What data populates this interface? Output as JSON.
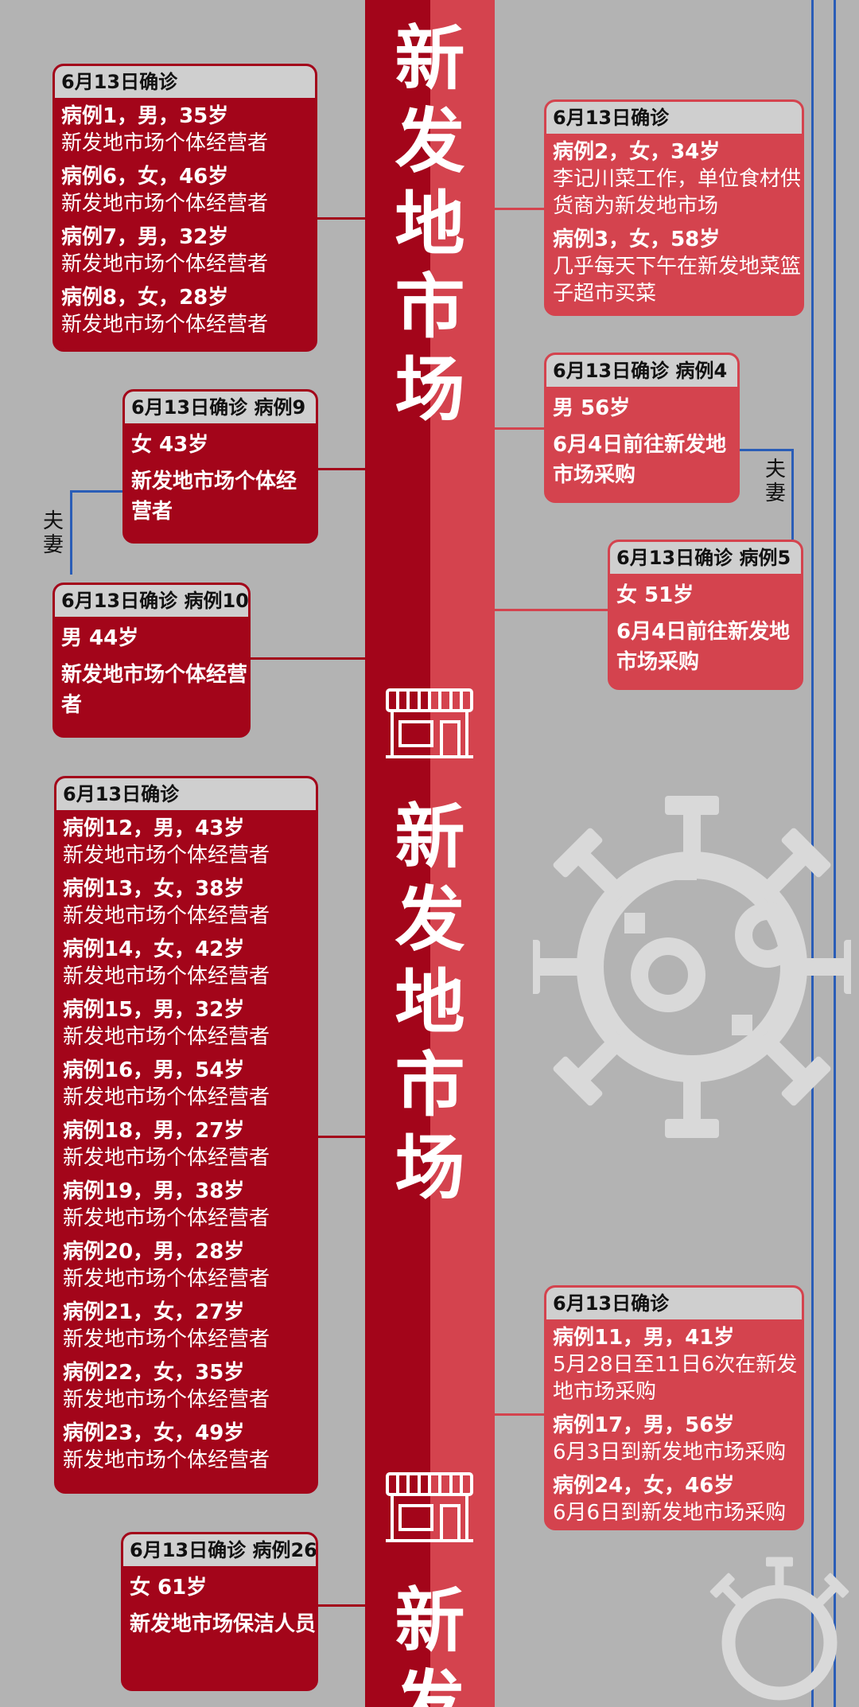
{
  "colors": {
    "dark_red": "#a3051a",
    "light_red": "#d4434e",
    "header_grey": "#cfcfcf",
    "background": "#b3b3b3",
    "line_blue": "#2a5db7"
  },
  "column_titles": [
    {
      "text": "新发地市场"
    },
    {
      "text": "新发地市场"
    },
    {
      "text": "新发"
    }
  ],
  "cards": {
    "c1": {
      "header": "6月13日确诊",
      "entries": [
        {
          "title": "病例1，男，35岁",
          "desc": "新发地市场个体经营者"
        },
        {
          "title": "病例6，女，46岁",
          "desc": "新发地市场个体经营者"
        },
        {
          "title": "病例7，男，32岁",
          "desc": "新发地市场个体经营者"
        },
        {
          "title": "病例8，女，28岁",
          "desc": "新发地市场个体经营者"
        }
      ]
    },
    "c2": {
      "header": "6月13日确诊",
      "entries": [
        {
          "title": "病例2，女，34岁",
          "desc": "李记川菜工作，单位食材供货商为新发地市场"
        },
        {
          "title": "病例3，女，58岁",
          "desc": "几乎每天下午在新发地菜篮子超市买菜"
        }
      ]
    },
    "c4": {
      "header": "6月13日确诊 病例4",
      "line1": "男 56岁",
      "line2": "6月4日前往新发地市场采购"
    },
    "c9": {
      "header": "6月13日确诊 病例9",
      "line1": "女 43岁",
      "line2": "新发地市场个体经营者"
    },
    "c5": {
      "header": "6月13日确诊 病例5",
      "line1": "女 51岁",
      "line2": "6月4日前往新发地市场采购"
    },
    "c10": {
      "header": "6月13日确诊 病例10",
      "line1": "男 44岁",
      "line2": "新发地市场个体经营者"
    },
    "c12": {
      "header": "6月13日确诊",
      "entries": [
        {
          "title": "病例12，男，43岁",
          "desc": "新发地市场个体经营者"
        },
        {
          "title": "病例13，女，38岁",
          "desc": "新发地市场个体经营者"
        },
        {
          "title": "病例14，女，42岁",
          "desc": "新发地市场个体经营者"
        },
        {
          "title": "病例15，男，32岁",
          "desc": "新发地市场个体经营者"
        },
        {
          "title": "病例16，男，54岁",
          "desc": "新发地市场个体经营者"
        },
        {
          "title": "病例18，男，27岁",
          "desc": "新发地市场个体经营者"
        },
        {
          "title": "病例19，男，38岁",
          "desc": "新发地市场个体经营者"
        },
        {
          "title": "病例20，男，28岁",
          "desc": "新发地市场个体经营者"
        },
        {
          "title": "病例21，女，27岁",
          "desc": "新发地市场个体经营者"
        },
        {
          "title": "病例22，女，35岁",
          "desc": "新发地市场个体经营者"
        },
        {
          "title": "病例23，女，49岁",
          "desc": "新发地市场个体经营者"
        }
      ]
    },
    "c11": {
      "header": "6月13日确诊",
      "entries": [
        {
          "title": "病例11，男，41岁",
          "desc": "5月28日至11日6次在新发地市场采购"
        },
        {
          "title": "病例17，男，56岁",
          "desc": "6月3日到新发地市场采购"
        },
        {
          "title": "病例24，女，46岁",
          "desc": "6月6日到新发地市场采购"
        }
      ]
    },
    "c26": {
      "header": "6月13日确诊 病例26",
      "line1": "女 61岁",
      "line2": "新发地市场保洁人员"
    }
  },
  "couple_label": "夫妻",
  "icons": [
    "shop-icon",
    "virus-icon"
  ]
}
